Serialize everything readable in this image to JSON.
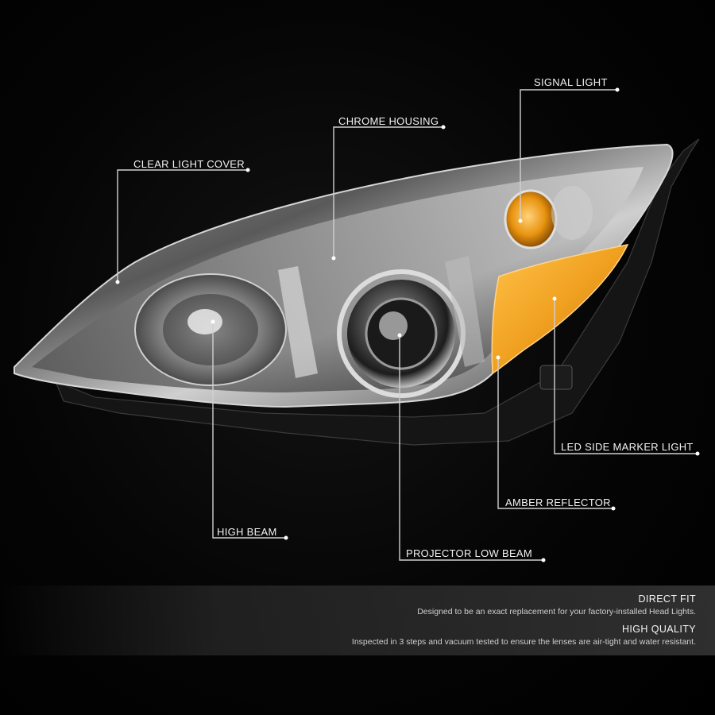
{
  "callouts": {
    "signal_light": "SIGNAL LIGHT",
    "chrome_housing": "CHROME HOUSING",
    "clear_light_cover": "CLEAR LIGHT COVER",
    "led_side_marker_light": "LED SIDE MARKER LIGHT",
    "amber_reflector": "AMBER REFLECTOR",
    "high_beam": "HIGH BEAM",
    "projector_low_beam": "PROJECTOR LOW BEAM"
  },
  "features": [
    {
      "title": "DIRECT FIT",
      "description": "Designed to be an exact replacement for your factory-installed Head Lights."
    },
    {
      "title": "HIGH QUALITY",
      "description": "Inspected in 3 steps and vacuum tested to ensure the lenses are air-tight and water resistant."
    }
  ],
  "colors": {
    "background": "#000000",
    "amber": "#f0a020",
    "chrome": "#c8c8c8",
    "callout_line": "#d0d0d0"
  }
}
